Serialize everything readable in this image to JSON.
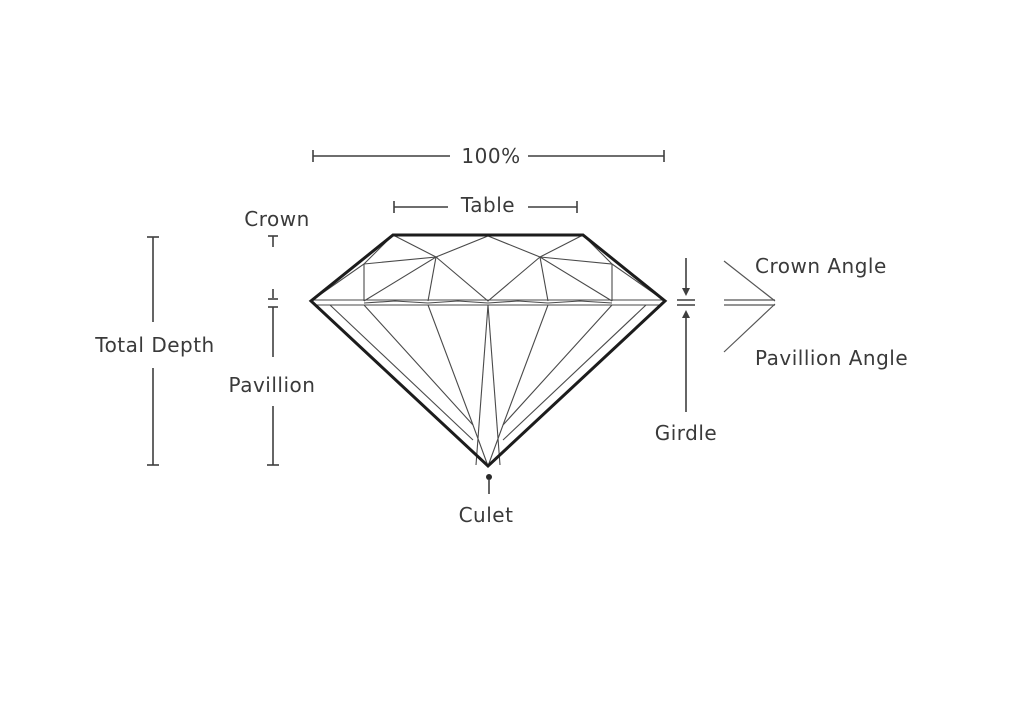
{
  "labels": {
    "total_width": "100%",
    "table": "Table",
    "crown": "Crown",
    "total_depth": "Total Depth",
    "pavillion": "Pavillion",
    "culet": "Culet",
    "girdle": "Girdle",
    "crown_angle": "Crown Angle",
    "pavillion_angle": "Pavillion Angle"
  },
  "colors": {
    "line": "#3f3f3f",
    "outline": "#1c1c1c",
    "text": "#3a3a3a",
    "background": "#ffffff"
  }
}
